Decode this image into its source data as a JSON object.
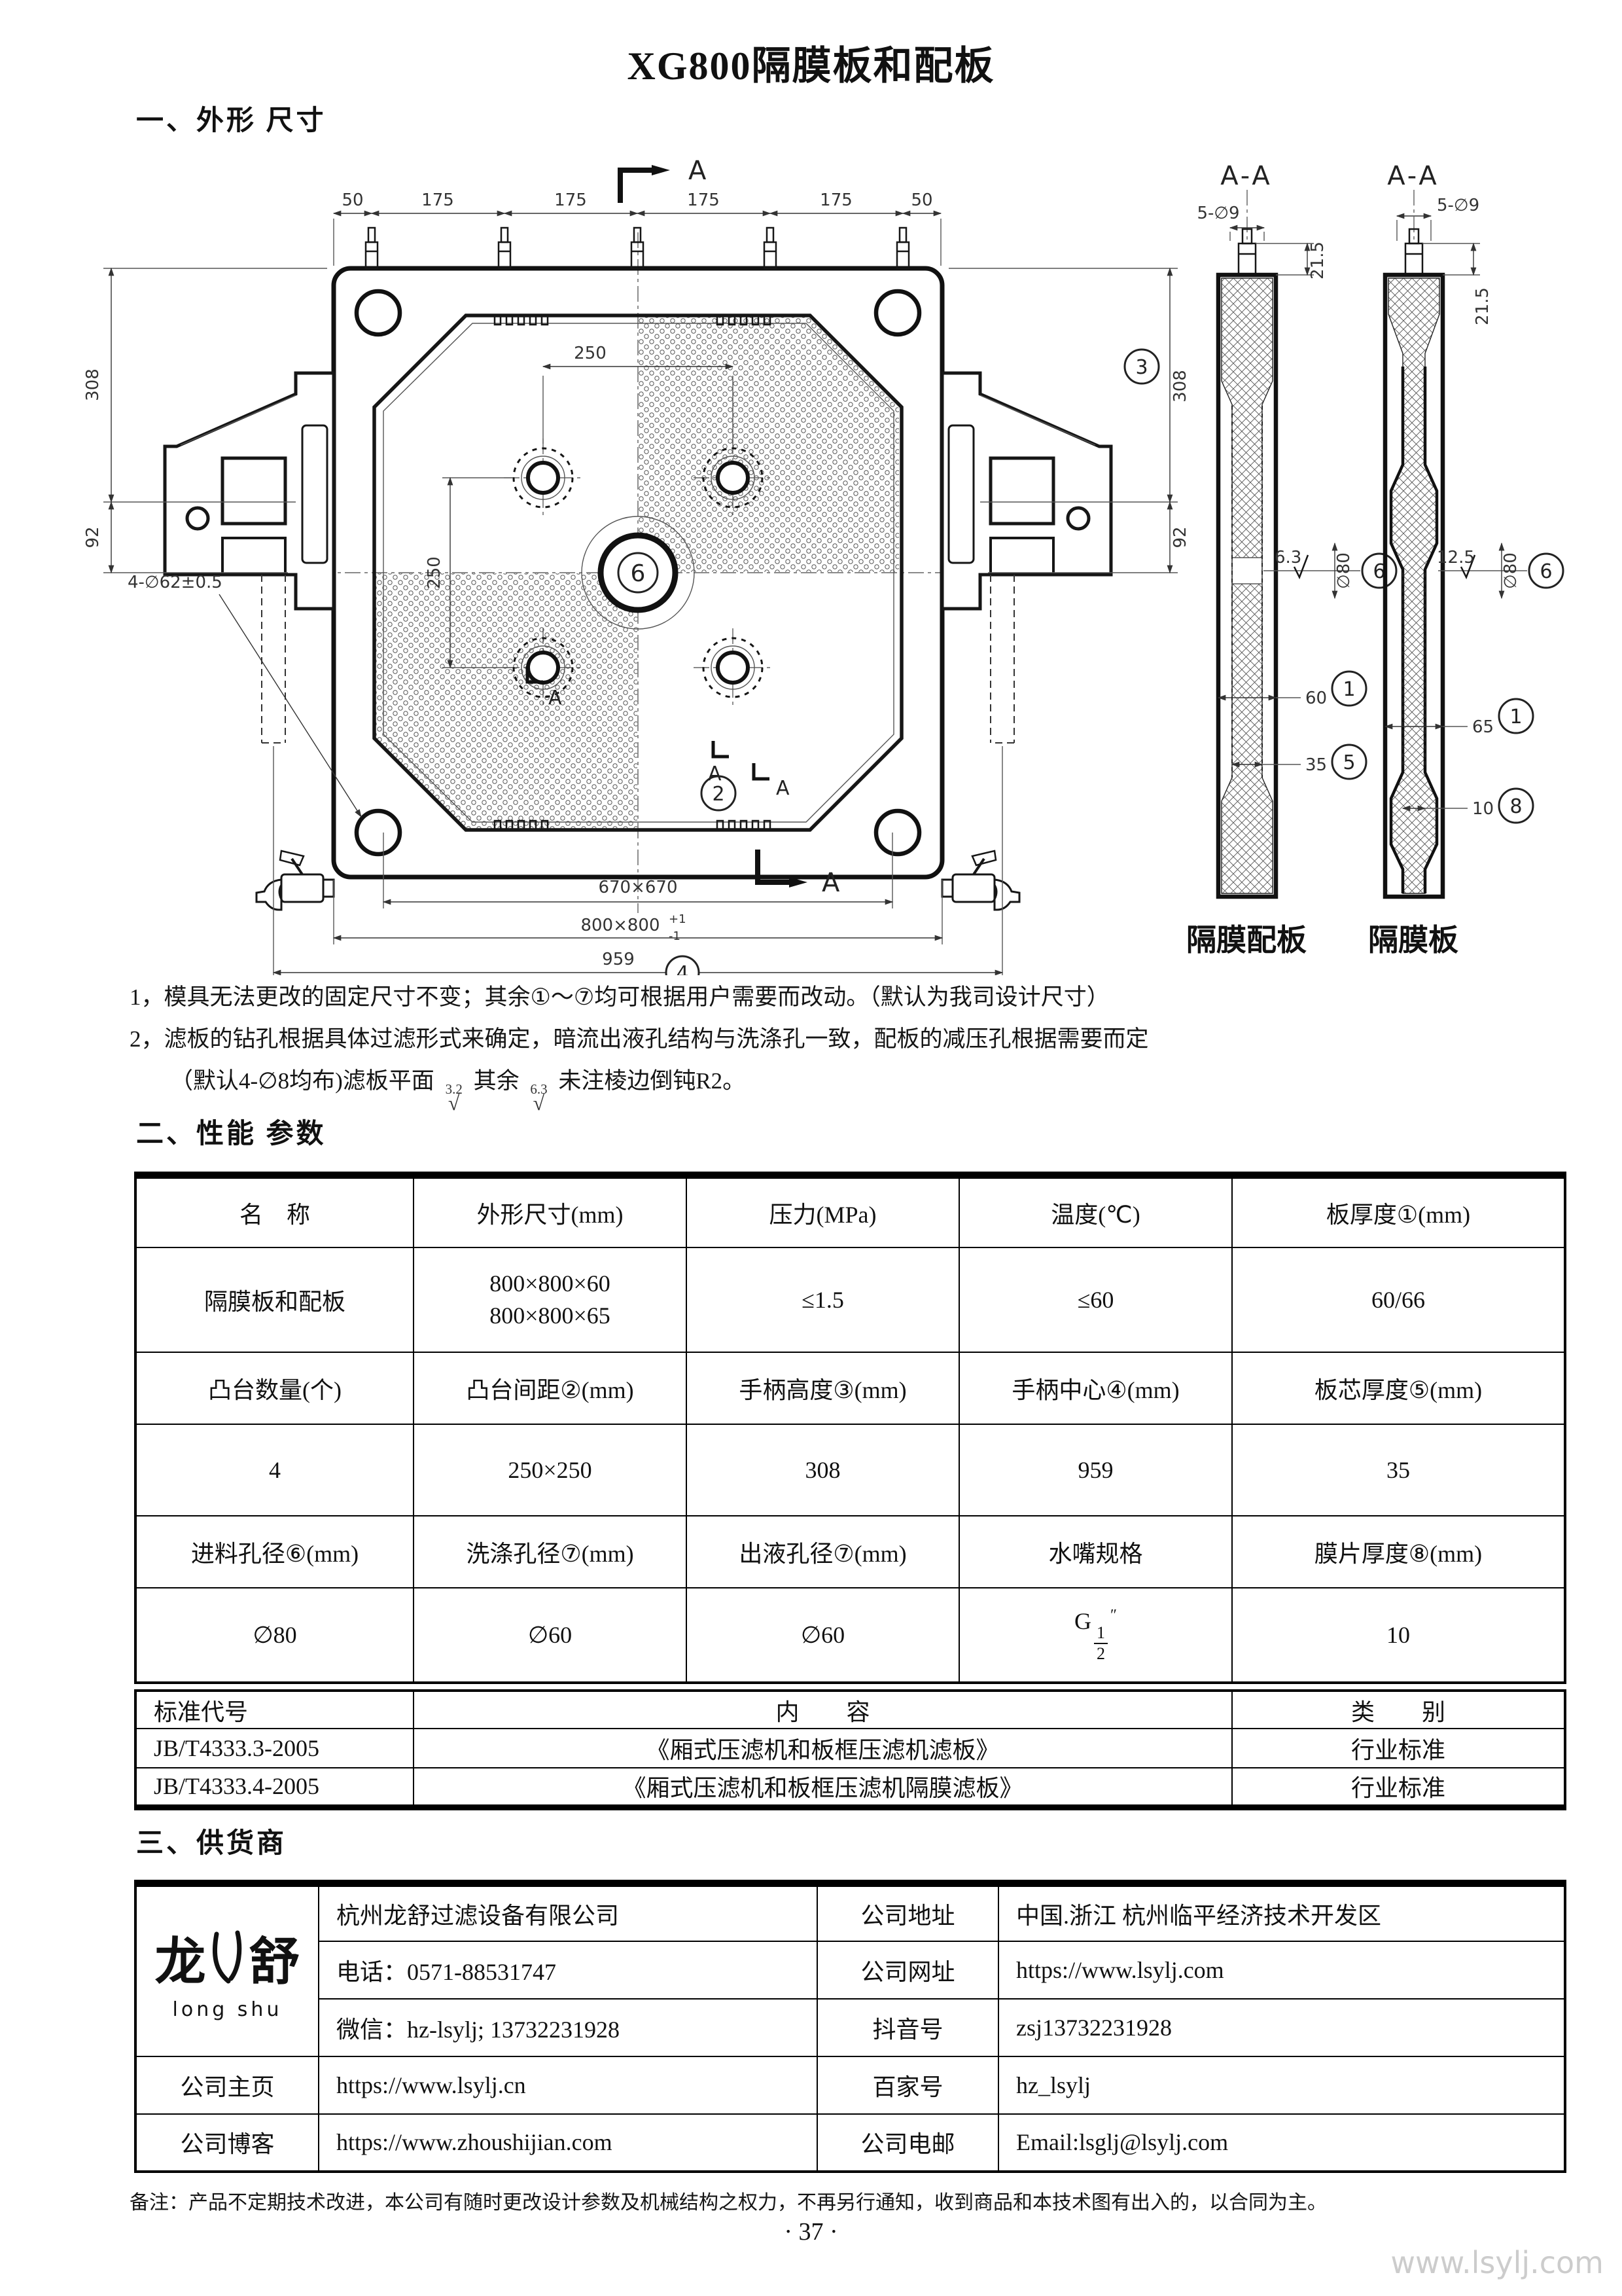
{
  "page": {
    "title": "XG800隔膜板和配板",
    "section1_heading": "一、外形 尺寸",
    "section2_heading": "二、性能 参数",
    "section3_heading": "三、供货商",
    "page_number": "· 37 ·",
    "watermark": "www.lsylj.com",
    "footer_note": "备注：产品不定期技术改进，本公司有随时更改设计参数及机械结构之权力，不再另行通知，收到商品和本技术图有出入的，以合同为主。"
  },
  "notes": {
    "line1": "1，模具无法更改的固定尺寸不变；其余①～⑦均可根据用户需要而改动。（默认为我司设计尺寸）",
    "line2": "2，滤板的钻孔根据具体过滤形式来确定，暗流出液孔结构与洗涤孔一致，配板的减压孔根据需要而定",
    "line3_prefix": "（默认4-∅8均布)滤板平面",
    "rough1": "3.2",
    "check": "√",
    "line3_mid": "其余",
    "rough2": "6.3",
    "line3_suffix": "未注棱边倒钝R2。"
  },
  "drawing": {
    "dims": {
      "top": [
        "50",
        "175",
        "175",
        "175",
        "175",
        "50"
      ],
      "v308": "308",
      "v92": "92",
      "d670": "670×670",
      "d800": "800×800",
      "tol_plus": "+1",
      "tol_minus": "-1",
      "d959": "959",
      "d250": "250",
      "corner": "4-∅62±0.5",
      "marker": "A"
    },
    "balloons": {
      "n1": "1",
      "n2": "2",
      "n3": "3",
      "n4": "4",
      "n5": "5",
      "n6": "6",
      "n8": "8"
    },
    "section_left": {
      "title": "A-A",
      "holes": "5-∅9",
      "height": "21.5",
      "rough": "6.3",
      "dia": "∅80",
      "outer": "60",
      "core": "35",
      "name": "隔膜配板"
    },
    "section_right": {
      "title": "A-A",
      "holes": "5-∅9",
      "height": "21.5",
      "rough": "12.5",
      "dia": "∅80",
      "outer": "65",
      "core": "10",
      "name": "隔膜板"
    }
  },
  "perf_table": {
    "h1": [
      "名　称",
      "外形尺寸(mm)",
      "压力(MPa)",
      "温度(℃)",
      "板厚度①(mm)"
    ],
    "r1": {
      "name": "隔膜板和配板",
      "size1": "800×800×60",
      "size2": "800×800×65",
      "pressure": "≤1.5",
      "temp": "≤60",
      "thick": "60/66"
    },
    "h2": [
      "凸台数量(个)",
      "凸台间距②(mm)",
      "手柄高度③(mm)",
      "手柄中心④(mm)",
      "板芯厚度⑤(mm)"
    ],
    "r2": [
      "4",
      "250×250",
      "308",
      "959",
      "35"
    ],
    "h3": [
      "进料孔径⑥(mm)",
      "洗涤孔径⑦(mm)",
      "出液孔径⑦(mm)",
      "水嘴规格",
      "膜片厚度⑧(mm)"
    ],
    "r3": {
      "c1": "∅80",
      "c2": "∅60",
      "c3": "∅60",
      "nozzle_prefix": "G",
      "nozzle_num": "1",
      "nozzle_den": "2",
      "nozzle_unit": "″",
      "c5": "10"
    }
  },
  "std_table": {
    "header": [
      "标准代号",
      "内　　容",
      "类　　别"
    ],
    "rows": [
      {
        "code": "JB/T4333.3-2005",
        "content": "《厢式压滤机和板框压滤机滤板》",
        "type": "行业标准"
      },
      {
        "code": "JB/T4333.4-2005",
        "content": "《厢式压滤机和板框压滤机隔膜滤板》",
        "type": "行业标准"
      }
    ]
  },
  "supplier": {
    "logo_left": "龙",
    "logo_right": "舒",
    "logo_sub": "long shu",
    "company": "杭州龙舒过滤设备有限公司",
    "addr_label": "公司地址",
    "addr": "中国.浙江 杭州临平经济技术开发区",
    "tel": "电话：0571-88531747",
    "web_label": "公司网址",
    "web": "https://www.lsylj.com",
    "wechat": "微信：hz-lsylj; 13732231928",
    "douyin_label": "抖音号",
    "douyin": "zsj13732231928",
    "home_label": "公司主页",
    "home": "https://www.lsylj.cn",
    "baijia_label": "百家号",
    "baijia": "hz_lsylj",
    "blog_label": "公司博客",
    "blog": "https://www.zhoushijian.com",
    "email_label": "公司电邮",
    "email": "Email:lsglj@lsylj.com"
  }
}
